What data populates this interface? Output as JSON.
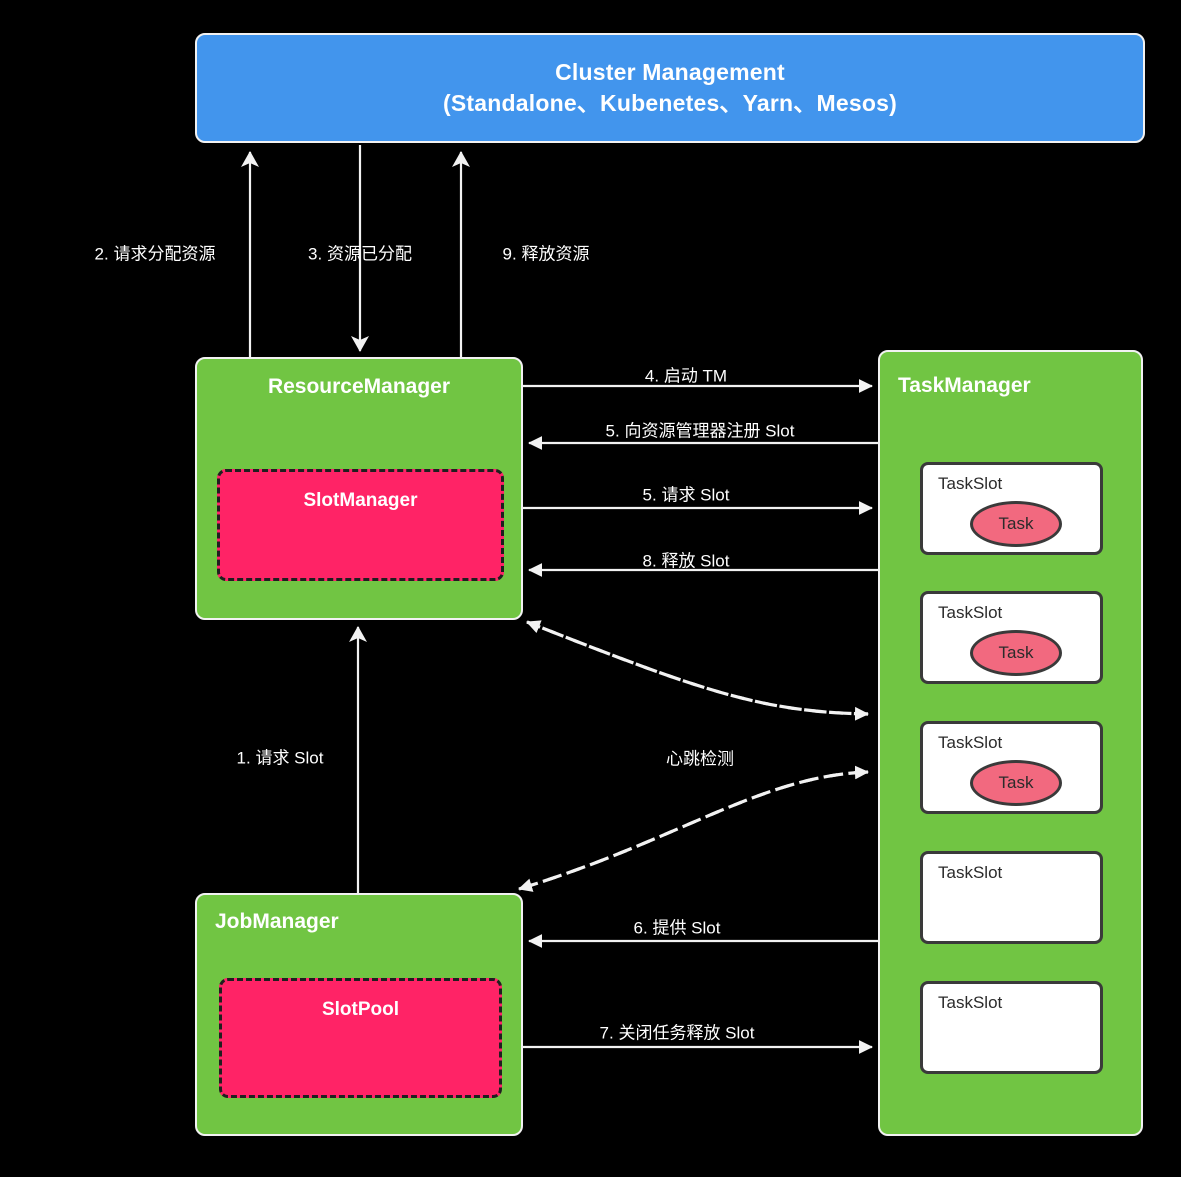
{
  "diagram": {
    "title": "Flink Cluster Resource Management Flow",
    "colors": {
      "background": "#000000",
      "cluster_blue": "#4295ED",
      "manager_green": "#71C543",
      "inner_pink": "#FF2366",
      "task_pink": "#F2697F",
      "edge_white": "#f2f2f2",
      "slot_white": "#ffffff",
      "slot_border": "#3a3a3a"
    }
  },
  "cluster": {
    "line1": "Cluster Management",
    "line2": "(Standalone、Kubenetes、Yarn、Mesos)"
  },
  "resource_manager": {
    "title": "ResourceManager",
    "inner": "SlotManager"
  },
  "job_manager": {
    "title": "JobManager",
    "inner": "SlotPool"
  },
  "task_manager": {
    "title": "TaskManager",
    "slots": [
      {
        "label": "TaskSlot",
        "task": "Task",
        "occupied": true
      },
      {
        "label": "TaskSlot",
        "task": "Task",
        "occupied": true
      },
      {
        "label": "TaskSlot",
        "task": "Task",
        "occupied": true
      },
      {
        "label": "TaskSlot",
        "task": "",
        "occupied": false
      },
      {
        "label": "TaskSlot",
        "task": "",
        "occupied": false
      }
    ]
  },
  "edges": [
    {
      "id": "rm-to-cluster-request",
      "label": "2. 请求分配资源",
      "from": "ResourceManager",
      "to": "Cluster Management",
      "style": "solid"
    },
    {
      "id": "cluster-to-rm-allocated",
      "label": "3. 资源已分配",
      "from": "Cluster Management",
      "to": "ResourceManager",
      "style": "solid"
    },
    {
      "id": "rm-to-cluster-release",
      "label": "9. 释放资源",
      "from": "ResourceManager",
      "to": "Cluster Management",
      "style": "solid"
    },
    {
      "id": "rm-to-tm-start",
      "label": "4. 启动 TM",
      "from": "ResourceManager",
      "to": "TaskManager",
      "style": "solid"
    },
    {
      "id": "tm-to-rm-register",
      "label": "5. 向资源管理器注册 Slot",
      "from": "TaskManager",
      "to": "ResourceManager",
      "style": "solid"
    },
    {
      "id": "rm-to-tm-request-slot",
      "label": "5. 请求 Slot",
      "from": "ResourceManager",
      "to": "TaskManager",
      "style": "solid"
    },
    {
      "id": "tm-to-rm-release-slot",
      "label": "8. 释放 Slot",
      "from": "TaskManager",
      "to": "ResourceManager",
      "style": "solid"
    },
    {
      "id": "jm-to-rm-request-slot",
      "label": "1. 请求 Slot",
      "from": "JobManager",
      "to": "ResourceManager",
      "style": "solid"
    },
    {
      "id": "heartbeat",
      "label": "心跳检测",
      "from": "ResourceManager / JobManager",
      "to": "TaskManager",
      "style": "dashed"
    },
    {
      "id": "tm-to-jm-offer-slot",
      "label": "6. 提供 Slot",
      "from": "TaskManager",
      "to": "JobManager",
      "style": "solid"
    },
    {
      "id": "jm-to-tm-close-task",
      "label": "7. 关闭任务释放 Slot",
      "from": "JobManager",
      "to": "TaskManager",
      "style": "solid"
    }
  ],
  "edge_labels": {
    "e0": "2. 请求分配资源",
    "e1": "3. 资源已分配",
    "e2": "9. 释放资源",
    "e3": "4. 启动 TM",
    "e4": "5. 向资源管理器注册 Slot",
    "e5": "5. 请求 Slot",
    "e6": "8. 释放 Slot",
    "e7": "1. 请求 Slot",
    "e8": "心跳检测",
    "e9": "6. 提供 Slot",
    "e10": "7. 关闭任务释放 Slot"
  }
}
